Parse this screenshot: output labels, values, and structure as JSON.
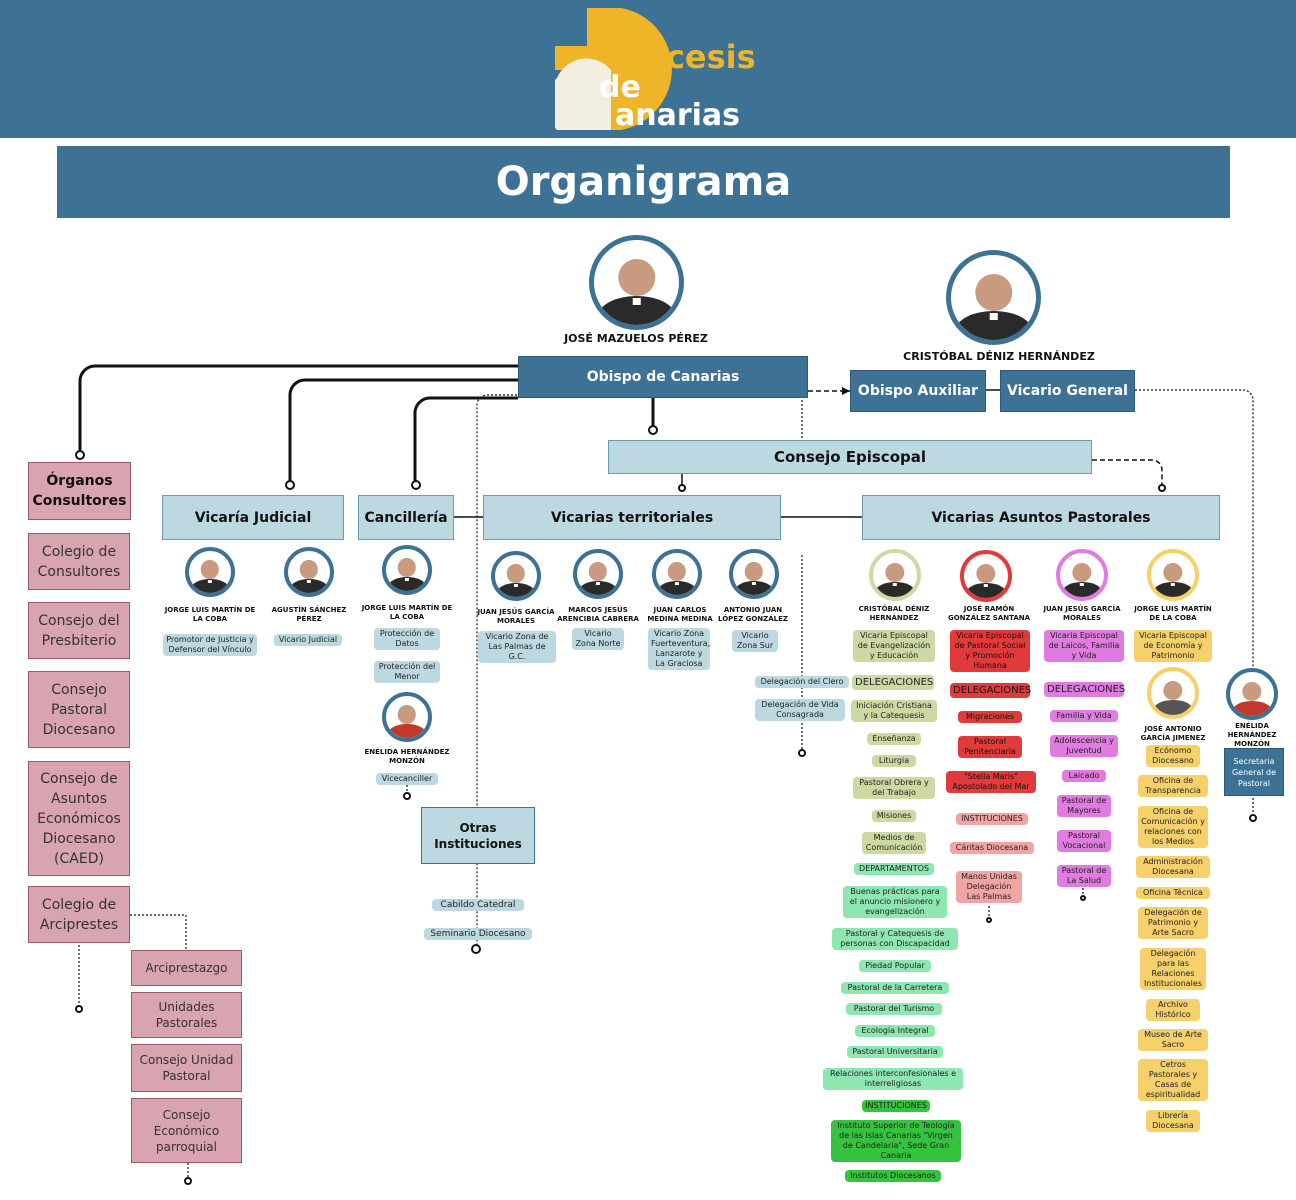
{
  "logo": {
    "line1": "iócesis",
    "line2": "de",
    "line3": "anarias",
    "colors": {
      "cross": "#f0b429",
      "d": "#f2efe0"
    }
  },
  "title": "Organigrama",
  "people": {
    "bishop": "JOSÉ MAZUELOS PÉREZ",
    "auxiliary": "CRISTÓBAL DÉNIZ HERNÁNDEZ"
  },
  "main": {
    "obispo": "Obispo de Canarias",
    "auxiliar": "Obispo Auxiliar",
    "vicario": "Vicario General",
    "consejo": "Consejo Episcopal",
    "organos": "Órganos Consultores",
    "judicial": "Vicaría Judicial",
    "cancilleria": "Cancillería",
    "territoriales": "Vicarias territoriales",
    "pastorales": "Vicarias Asuntos Pastorales",
    "otras": "Otras Instituciones"
  },
  "consultores": [
    "Colegio de Consultores",
    "Consejo del Presbiterio",
    "Consejo Pastoral Diocesano",
    "Consejo de Asuntos Económicos Diocesano (CAED)",
    "Colegio de Arciprestes"
  ],
  "arciprestes": [
    "Arciprestazgo",
    "Unidades Pastorales",
    "Consejo Unidad Pastoral",
    "Consejo Económico parroquial"
  ],
  "judicial_people": [
    {
      "name": "JORGE LUIS MARTÍN DE LA COBA",
      "role": "Promotor de Justicia y Defensor del Vínculo"
    },
    {
      "name": "AGUSTÍN SÁNCHEZ PÉREZ",
      "role": "Vicario Judicial"
    }
  ],
  "cancilleria": {
    "name1": "JORGE LUIS MARTÍN DE LA COBA",
    "roles1": [
      "Protección de Datos",
      "Protección del Menor"
    ],
    "name2": "ENÉLIDA HERNÁNDEZ MONZÓN",
    "role2": "Vicecanciller"
  },
  "otras_items": [
    "Cabildo Catedral",
    "Seminario Diocesano"
  ],
  "territorial_people": [
    {
      "name": "JUAN JESÚS GARCÍA MORALES",
      "role": "Vicario Zona de Las Palmas de G.C."
    },
    {
      "name": "MARCOS JESÚS ARENCIBIA CABRERA",
      "role": "Vicario Zona Norte"
    },
    {
      "name": "JUAN CARLOS MEDINA MEDINA",
      "role": "Vicario Zona Fuerteventura, Lanzarote y La Graciosa"
    },
    {
      "name": "ANTONIO JUAN LÓPEZ GONZÁLEZ",
      "role": "Vicario Zona Sur"
    }
  ],
  "territorial_extra": [
    "Delegación del Clero",
    "Delegación de Vida Consagrada"
  ],
  "col1": {
    "name": "CRISTÓBAL DÉNIZ HERNÁNDEZ",
    "role": "Vicaria Episcopal de Evangelización y Educación",
    "header": "DELEGACIONES",
    "items": [
      "Iniciación Cristiana y la Catequesis",
      "Enseñanza",
      "Liturgia",
      "Pastoral Obrera y del Trabajo",
      "Misiones",
      "Medios de Comunicación"
    ],
    "dept_header": "DEPARTAMENTOS",
    "depts": [
      "Buenas prácticas para el anuncio misionero y evangelización",
      "Pastoral y Catequesis de personas con Discapacidad",
      "Piedad Popular",
      "Pastoral de la Carretera",
      "Pastoral del Turismo",
      "Ecología Integral",
      "Pastoral Universitaria",
      "Relaciones interconfesionales e interreligiosas"
    ],
    "inst_header": "INSTITUCIONES",
    "insts": [
      "Instituto Superior de Teología de las Islas Canarias \"Virgen de Candelaria\", Sede Gran Canaria",
      "Institutos Diocesanos"
    ]
  },
  "col2": {
    "name": "JOSÉ RAMÓN GONZÁLEZ SANTANA",
    "role": "Vicaria Episcopal de Pastoral Social y Promoción Humana",
    "header": "DELEGACIONES",
    "items": [
      "Migraciones",
      "Pastoral Penitenciaria",
      "\"Stella Maris\" Apostolado del Mar"
    ],
    "inst_header": "INSTITUCIONES",
    "insts": [
      "Cáritas Diocesana",
      "Manos Unidas Delegación Las Palmas"
    ]
  },
  "col3": {
    "name": "JUAN JESÚS GARCÍA MORALES",
    "role": "Vicaria Episcopal de Laicos, Familia y Vida",
    "header": "DELEGACIONES",
    "items": [
      "Familia y Vida",
      "Adolescencia y Juventud",
      "Laicado",
      "Pastoral de Mayores",
      "Pastoral Vocacional",
      "Pastoral de La Salud"
    ]
  },
  "col4": {
    "name": "JORGE LUIS MARTÍN DE LA COBA",
    "role": "Vicaria Episcopal de Economía y Patrimonio",
    "name2": "JOSÉ ANTONIO GARCÍA JIMENEZ",
    "items": [
      "Ecónomo Diocesano",
      "Oficina de Transparencia",
      "Oficina de Comunicación y relaciones con los Medios",
      "Administración Diocesana",
      "Oficina Técnica",
      "Delegación de Patrimonio y Arte Sacro",
      "Delegación para las Relaciones Institucionales",
      "Archivo Histórico",
      "Museo de Arte Sacro",
      "Cetros Pastorales y Casas de espiritualidad",
      "Librería Diocesana"
    ]
  },
  "secretaria": {
    "name": "ENÉLIDA HERNÁNDEZ MONZÓN",
    "role": "Secretaria General de Pastoral"
  }
}
